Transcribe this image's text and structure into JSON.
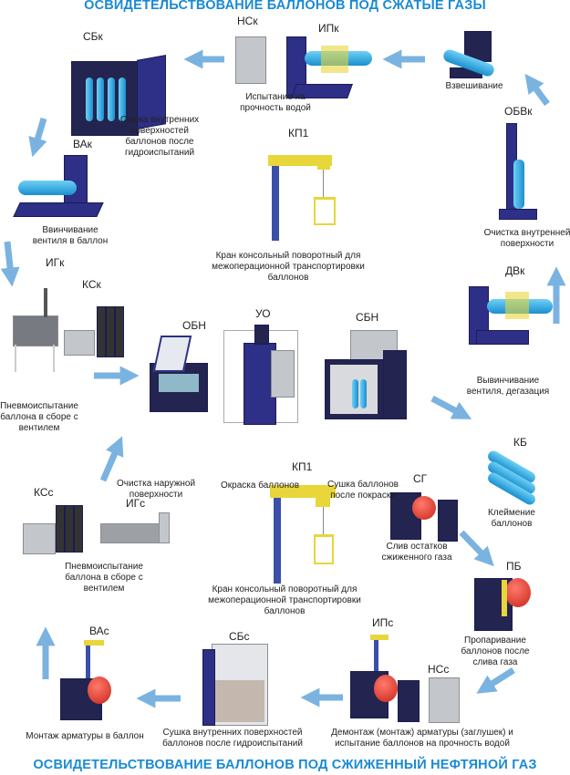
{
  "titles": {
    "top": "ОСВИДЕТЕЛЬСТВОВАНИЕ БАЛЛОНОВ ПОД СЖАТЫЕ ГАЗЫ",
    "bottom": "ОСВИДЕТЕЛЬСТВОВАНИЕ БАЛЛОНОВ ПОД СЖИЖЕННЫЙ НЕФТЯНОЙ ГАЗ"
  },
  "codes": {
    "nsk": "НСк",
    "ipk": "ИПк",
    "sbk": "СБк",
    "obvk": "ОБВк",
    "kp1_top": "КП1",
    "vak": "ВАк",
    "igk": "ИГк",
    "ksk": "КСк",
    "dvk": "ДВк",
    "uo": "УО",
    "sbn": "СБН",
    "obn": "ОБН",
    "kb": "КБ",
    "kp1_bottom": "КП1",
    "sg": "СГ",
    "kss": "КСс",
    "igs": "ИГс",
    "pb": "ПБ",
    "ips": "ИПс",
    "vas": "ВАс",
    "sbs": "СБс",
    "nss": "НСс"
  },
  "captions": {
    "weighing": "Взвешивание",
    "water_test_top": [
      "Испытание на",
      "прочность водой"
    ],
    "drying_top": [
      "Сушка внутренних",
      "поверхностей",
      "баллонов после",
      "гидроиспытаний"
    ],
    "valve_in": [
      "Ввинчивание",
      "вентиля в баллон"
    ],
    "crane_top": [
      "Кран консольный поворотный для",
      "межоперационной транспортировки",
      "баллонов"
    ],
    "inner_clean": [
      "Очистка внутренней",
      "поверхности"
    ],
    "pneumo_top": [
      "Пневмоиспытание",
      "баллона в сборе с",
      "вентилем"
    ],
    "valve_out": [
      "Вывинчивание",
      "вентиля, дегазация"
    ],
    "outer_clean": [
      "Очистка наружной",
      "поверхности"
    ],
    "painting": "Окраска баллонов",
    "paint_dry": [
      "Сушка баллонов",
      "после покраски"
    ],
    "stamping": [
      "Клеймение",
      "баллонов"
    ],
    "gas_drain": [
      "Слив остатков",
      "сжиженного газа"
    ],
    "pneumo_bottom": [
      "Пневмоиспытание",
      "баллона в сборе с",
      "вентилем"
    ],
    "crane_bottom": [
      "Кран консольный поворотный для",
      "межоперационной транспортировки",
      "баллонов"
    ],
    "steaming": [
      "Пропаривание",
      "баллонов после",
      "слива газа"
    ],
    "fitting_mount": "Монтаж арматуры в баллон",
    "drying_bottom": [
      "Сушка внутренних поверхностей",
      "баллонов после гидроиспытаний"
    ],
    "dismount_test": [
      "Демонтаж (монтаж) арматуры (заглушек) и",
      "испытание баллонов на прочность водой"
    ]
  },
  "colors": {
    "title": "#1a8ad4",
    "arrow": "#7ab3e0",
    "equipment": "#2e2f86",
    "cylinder": "#29a7de",
    "crane": "#e8d63a",
    "lpg_cylinder": "#d63a2a"
  }
}
